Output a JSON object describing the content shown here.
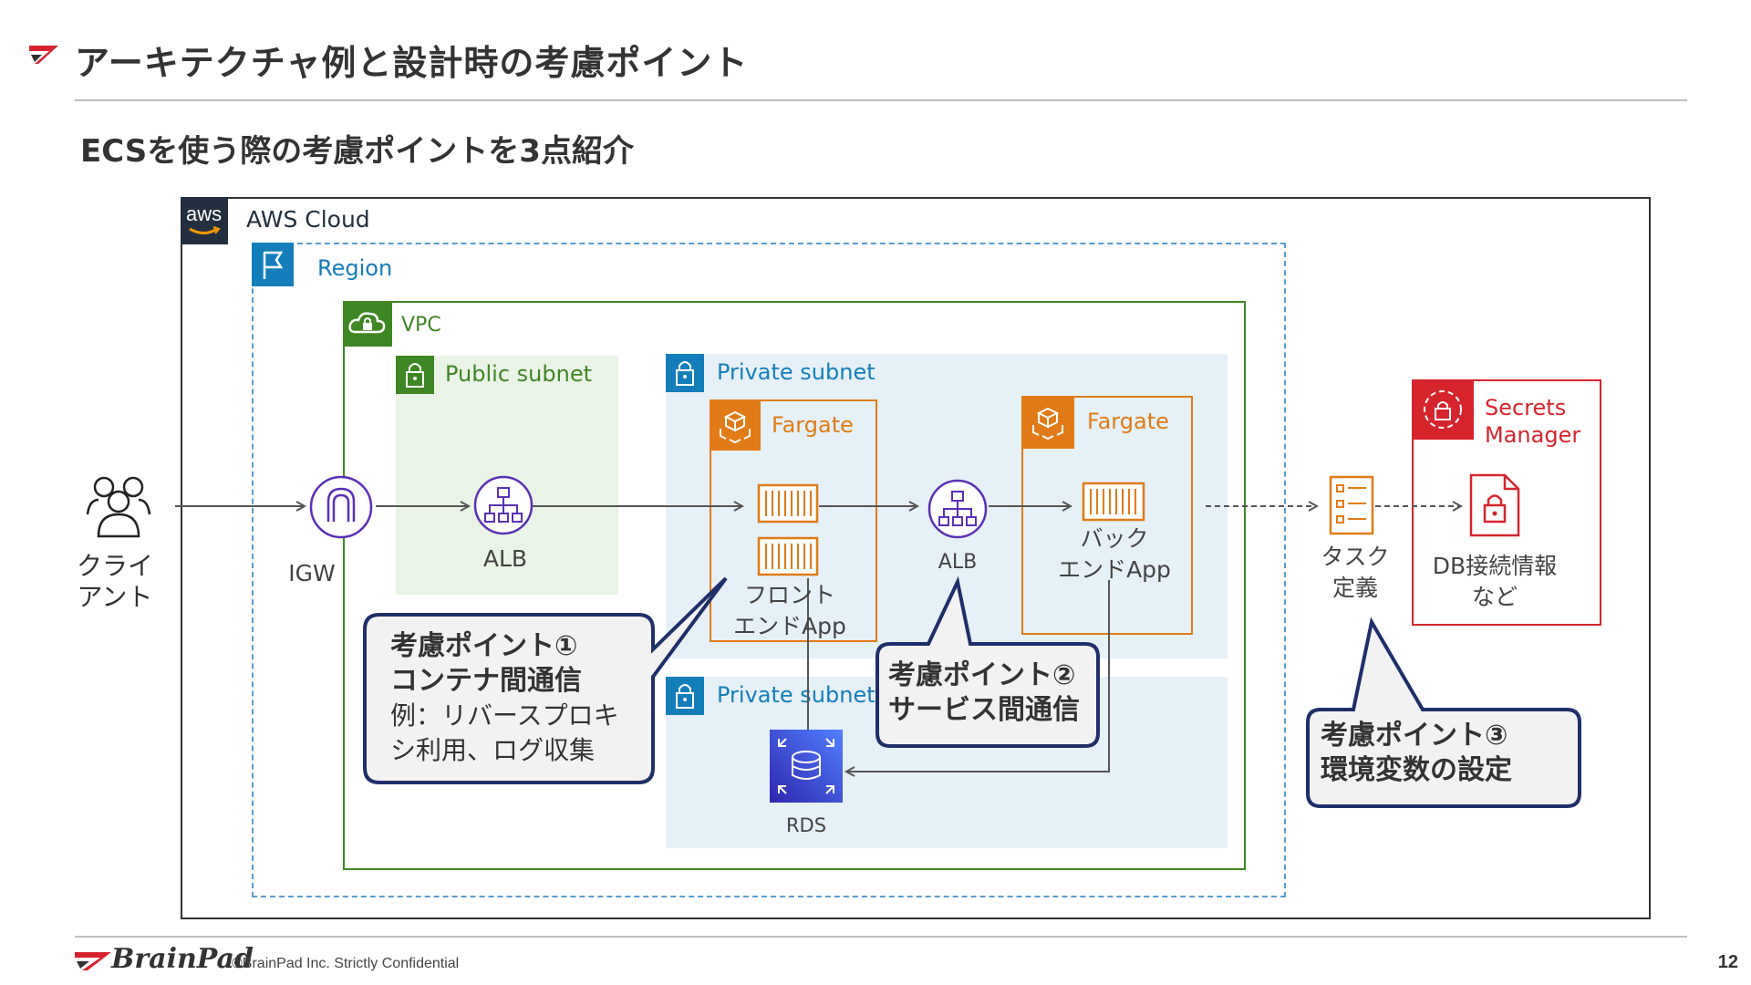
{
  "slide": {
    "title": "アーキテクチャ例と設計時の考慮ポイント",
    "subtitle": "ECSを使う際の考慮ポイントを3点紹介",
    "page_number": "12"
  },
  "footer": {
    "logo": "BrainPad",
    "copyright": "©BrainPad Inc.  Strictly Confidential"
  },
  "diagram": {
    "aws_cloud": "AWS Cloud",
    "aws_badge": "aws",
    "region": "Region",
    "vpc": "VPC",
    "public_subnet": "Public subnet",
    "private_subnet_1": "Private subnet",
    "private_subnet_2": "Private subnet",
    "fargate_1": "Fargate",
    "fargate_2": "Fargate",
    "client_line1": "クライ",
    "client_line2": "アント",
    "igw": "IGW",
    "alb_public": "ALB",
    "alb_private": "ALB",
    "frontend_line1": "フロント",
    "frontend_line2": "エンドApp",
    "backend_line1": "バック",
    "backend_line2": "エンドApp",
    "rds": "RDS",
    "task_line1": "タスク",
    "task_line2": "定義",
    "secrets_line1": "Secrets",
    "secrets_line2": "Manager",
    "db_line1": "DB接続情報",
    "db_line2": "など"
  },
  "callouts": {
    "point1_title1": "考慮ポイント①",
    "point1_title2": "コンテナ間通信",
    "point1_body1": "例：リバースプロキ",
    "point1_body2": "シ利用、ログ収集",
    "point2_title1": "考慮ポイント②",
    "point2_title2": "サービス間通信",
    "point3_title1": "考慮ポイント③",
    "point3_title2": "環境変数の設定"
  },
  "colors": {
    "aws_green": "#3f8624",
    "aws_blue": "#147eba",
    "aws_orange": "#e07b17",
    "aws_purple": "#5a30b5",
    "aws_red": "#d6242d",
    "callout_border": "#1f2f6b",
    "public_fill": "#e9f3e6",
    "private_fill": "#e6f0f7"
  }
}
